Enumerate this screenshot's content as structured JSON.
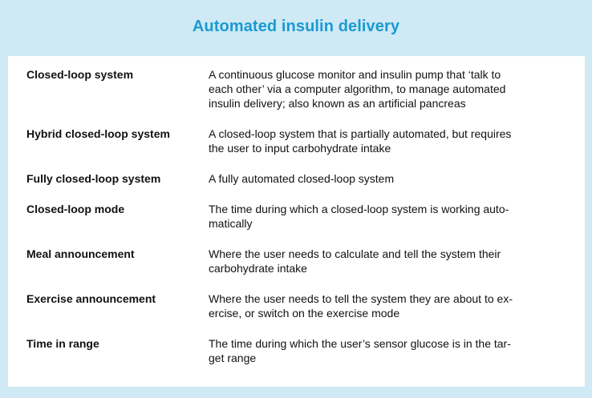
{
  "title": "Automated insulin delivery",
  "colors": {
    "page_background": "#cfe9f5",
    "title_text": "#199bd2",
    "card_background": "#ffffff",
    "body_text": "#111111"
  },
  "glossary": {
    "rows": [
      {
        "term": "Closed-loop system",
        "definition": "A continuous glucose monitor and insulin pump that ‘talk to\neach other’ via a computer algorithm, to manage automated\ninsulin delivery; also known as an artificial pancreas"
      },
      {
        "term": "Hybrid closed-loop system",
        "definition": "A closed-loop system that is partially automated, but requires\nthe user to input carbohydrate intake"
      },
      {
        "term": "Fully closed-loop system",
        "definition": "A fully automated closed-loop system"
      },
      {
        "term": "Closed-loop mode",
        "definition": "The time during which a closed-loop system is working auto-\nmatically"
      },
      {
        "term": "Meal announcement",
        "definition": "Where the user needs to calculate and tell the system their\ncarbohydrate intake"
      },
      {
        "term": "Exercise announcement",
        "definition": "Where the user needs to tell the system they are about to ex-\nercise, or switch on the exercise mode"
      },
      {
        "term": "Time in range",
        "definition": "The time during which the user’s sensor glucose is in the tar-\nget range"
      }
    ]
  }
}
